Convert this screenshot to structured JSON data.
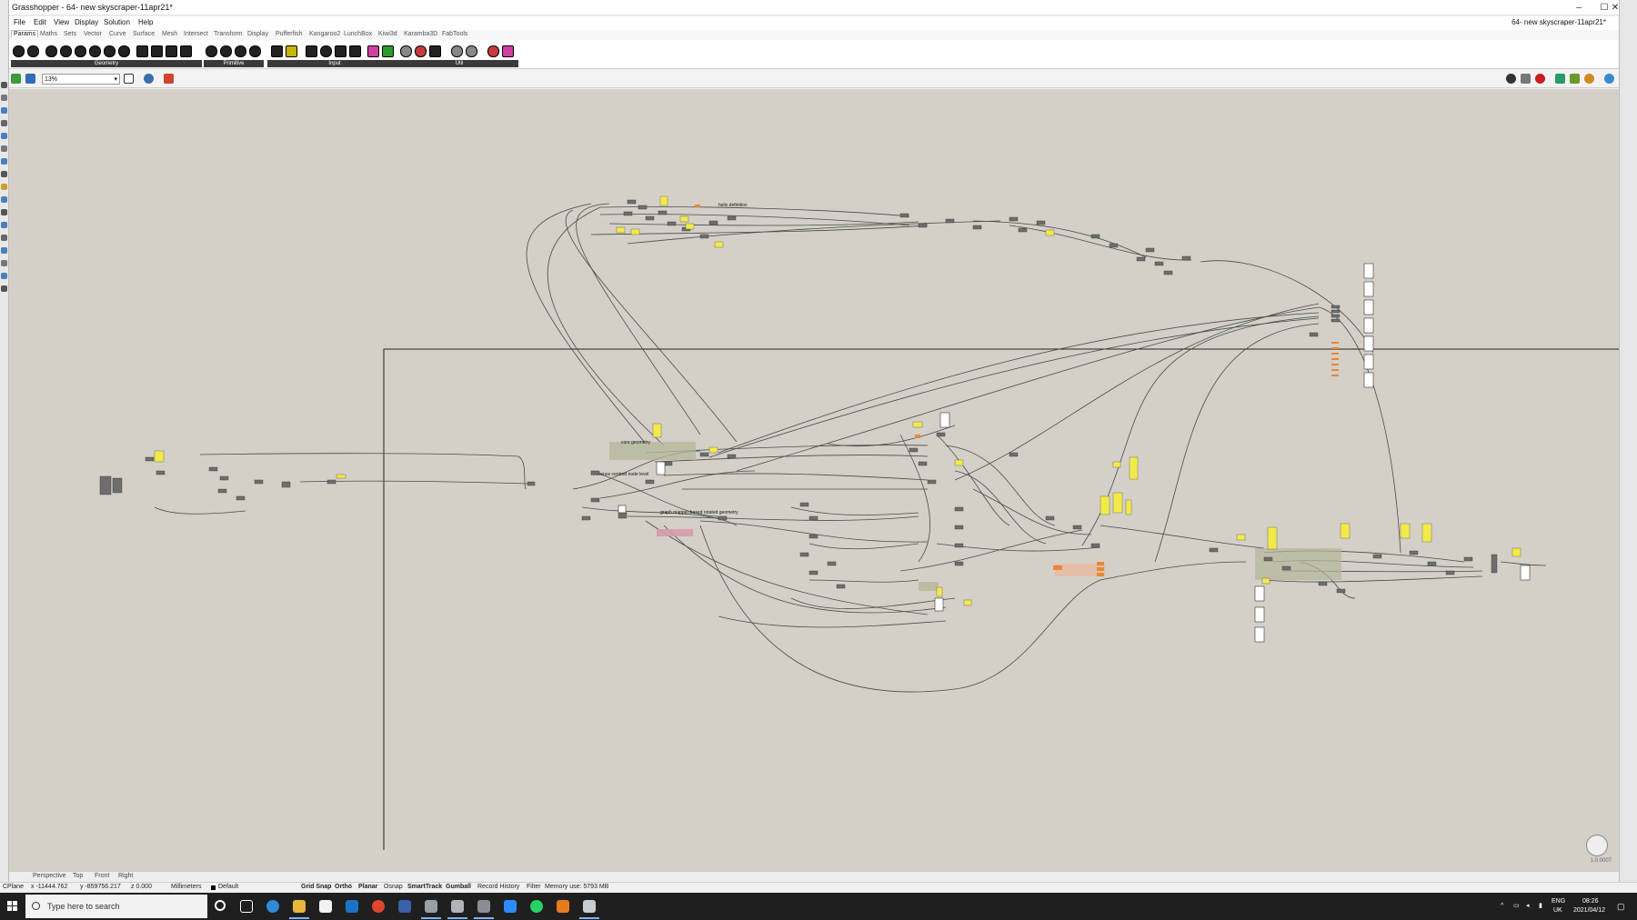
{
  "window": {
    "title": "Grasshopper - 64- new skyscraper-11apr21*",
    "doc_title": "64- new skyscraper-11apr21*",
    "controls": [
      "–",
      "☐",
      "✕"
    ]
  },
  "menu": [
    "File",
    "Edit",
    "View",
    "Display",
    "Solution",
    "Help"
  ],
  "tabs": [
    {
      "label": "Params",
      "active": true
    },
    {
      "label": "Maths"
    },
    {
      "label": "Sets"
    },
    {
      "label": "Vector"
    },
    {
      "label": "Curve"
    },
    {
      "label": "Surface"
    },
    {
      "label": "Mesh"
    },
    {
      "label": "Intersect"
    },
    {
      "label": "Transform"
    },
    {
      "label": "Display"
    },
    {
      "label": "Pufferfish"
    },
    {
      "label": "Kangaroo2"
    },
    {
      "label": "LunchBox"
    },
    {
      "label": "Kiwi3d"
    },
    {
      "label": "Karamba3D"
    },
    {
      "label": "FabTools"
    }
  ],
  "palette_groups": [
    "Geometry",
    "Primitive",
    "Input",
    "Util"
  ],
  "toolbar": {
    "zoom": "13%"
  },
  "canvas": {
    "groups": {
      "helix": "helix definition",
      "core": "core geometry",
      "reference": "reference centred node level",
      "graph": "graph mapper-based rotated geometry"
    },
    "version": "1.0.0007"
  },
  "viewports": [
    "Perspective",
    "Top",
    "Front",
    "Right"
  ],
  "status": {
    "cplane": "CPlane",
    "x": "x -11444.762",
    "y": "y -859756.217",
    "z": "z 0.000",
    "units": "Millimeters",
    "layer": "Default",
    "toggles": [
      {
        "label": "Grid Snap",
        "bold": true
      },
      {
        "label": "Ortho",
        "bold": true
      },
      {
        "label": "Planar",
        "bold": true
      },
      {
        "label": "Osnap",
        "bold": false
      },
      {
        "label": "SmartTrack",
        "bold": true
      },
      {
        "label": "Gumball",
        "bold": true
      },
      {
        "label": "Record History",
        "bold": false
      },
      {
        "label": "Filter",
        "bold": false
      }
    ],
    "memory": "Memory use: 5793 MB"
  },
  "taskbar": {
    "search_placeholder": "Type here to search",
    "lang": "ENG",
    "region": "UK",
    "time": "08:26",
    "date": "2021/04/12"
  },
  "colors": {
    "canvas": "#d4d0c8",
    "wire": "#4a4a4a",
    "panel_yellow": "#f3ea4a",
    "node_grey": "#6e6e6e",
    "group_green": "#b5b79a",
    "accent_orange": "#e8873a"
  }
}
